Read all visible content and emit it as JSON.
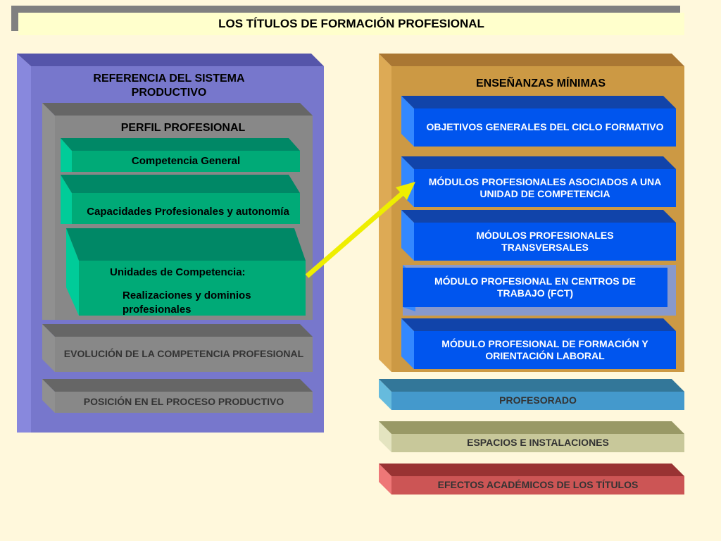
{
  "title": "LOS TÍTULOS DE FORMACIÓN PROFESIONAL",
  "left_panel": {
    "heading": "REFERENCIA DEL SISTEMA PRODUCTIVO",
    "perfil": {
      "heading": "PERFIL PROFESIONAL",
      "competencia_general": "Competencia General",
      "capacidades": "Capacidades Profesionales y autonomía",
      "unidades_title": "Unidades de Competencia:",
      "unidades_sub": "Realizaciones y dominios profesionales"
    },
    "evolucion": "EVOLUCIÓN DE LA COMPETENCIA PROFESIONAL",
    "posicion": "POSICIÓN EN EL PROCESO PRODUCTIVO"
  },
  "right_panel": {
    "heading": "ENSEÑANZAS MÍNIMAS",
    "items": [
      "OBJETIVOS GENERALES DEL CICLO FORMATIVO",
      "MÓDULOS PROFESIONALES ASOCIADOS A UNA UNIDAD DE COMPETENCIA",
      "MÓDULOS PROFESIONALES TRANSVERSALES",
      "MÓDULO PROFESIONAL EN CENTROS DE TRABAJO (FCT)",
      "MÓDULO PROFESIONAL DE FORMACIÓN Y ORIENTACIÓN LABORAL"
    ]
  },
  "bottom_boxes": {
    "profesorado": "PROFESORADO",
    "espacios": "ESPACIOS E INSTALACIONES",
    "efectos": "EFECTOS ACADÉMICOS DE LOS TÍTULOS"
  },
  "colors": {
    "background": "#FFF8DC",
    "left_panel": "#7777CC",
    "right_panel": "#CC9944",
    "gray_box": "#808080",
    "green_box": "#00AA77",
    "blue_box": "#0055EE",
    "profesorado": "#4499CC",
    "espacios": "#C8C89A",
    "efectos": "#CC5555",
    "arrow": "#EEEE00"
  }
}
